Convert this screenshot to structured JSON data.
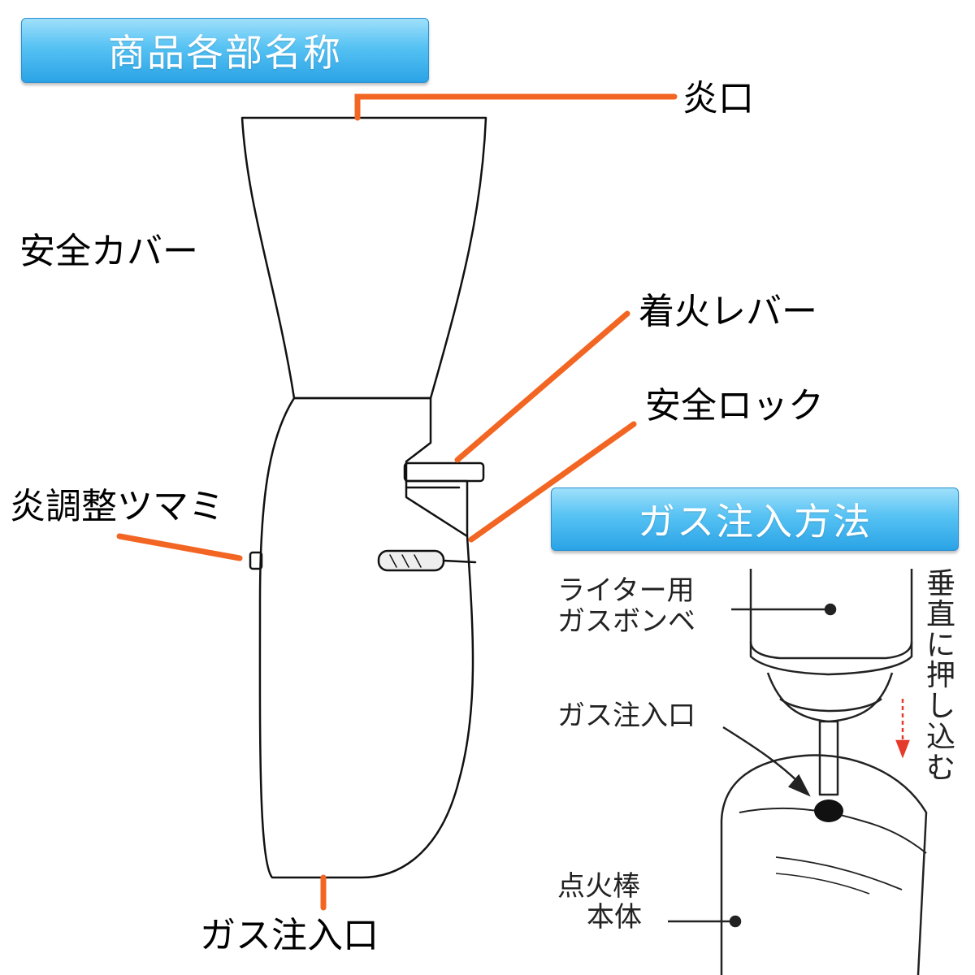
{
  "banners": {
    "parts": "商品各部名称",
    "gas_method": "ガス注入方法"
  },
  "parts_labels": {
    "flame_port": "炎口",
    "safety_cover": "安全カバー",
    "ignition_lever": "着火レバー",
    "safety_lock": "安全ロック",
    "flame_adjust_knob": "炎調整ツマミ",
    "gas_inlet": "ガス注入口"
  },
  "inset_labels": {
    "gas_cylinder": [
      "ライター用",
      "ガスボンベ"
    ],
    "gas_inlet": "ガス注入口",
    "body": [
      "点火棒",
      "本体"
    ],
    "press_vertically": [
      "垂",
      "直",
      "に",
      "押",
      "し",
      "込",
      "む"
    ]
  },
  "colors": {
    "leader_line": "#f26522",
    "banner_start": "#9fe0fb",
    "banner_end": "#2aa3e6",
    "arrow": "#e53b2c"
  }
}
